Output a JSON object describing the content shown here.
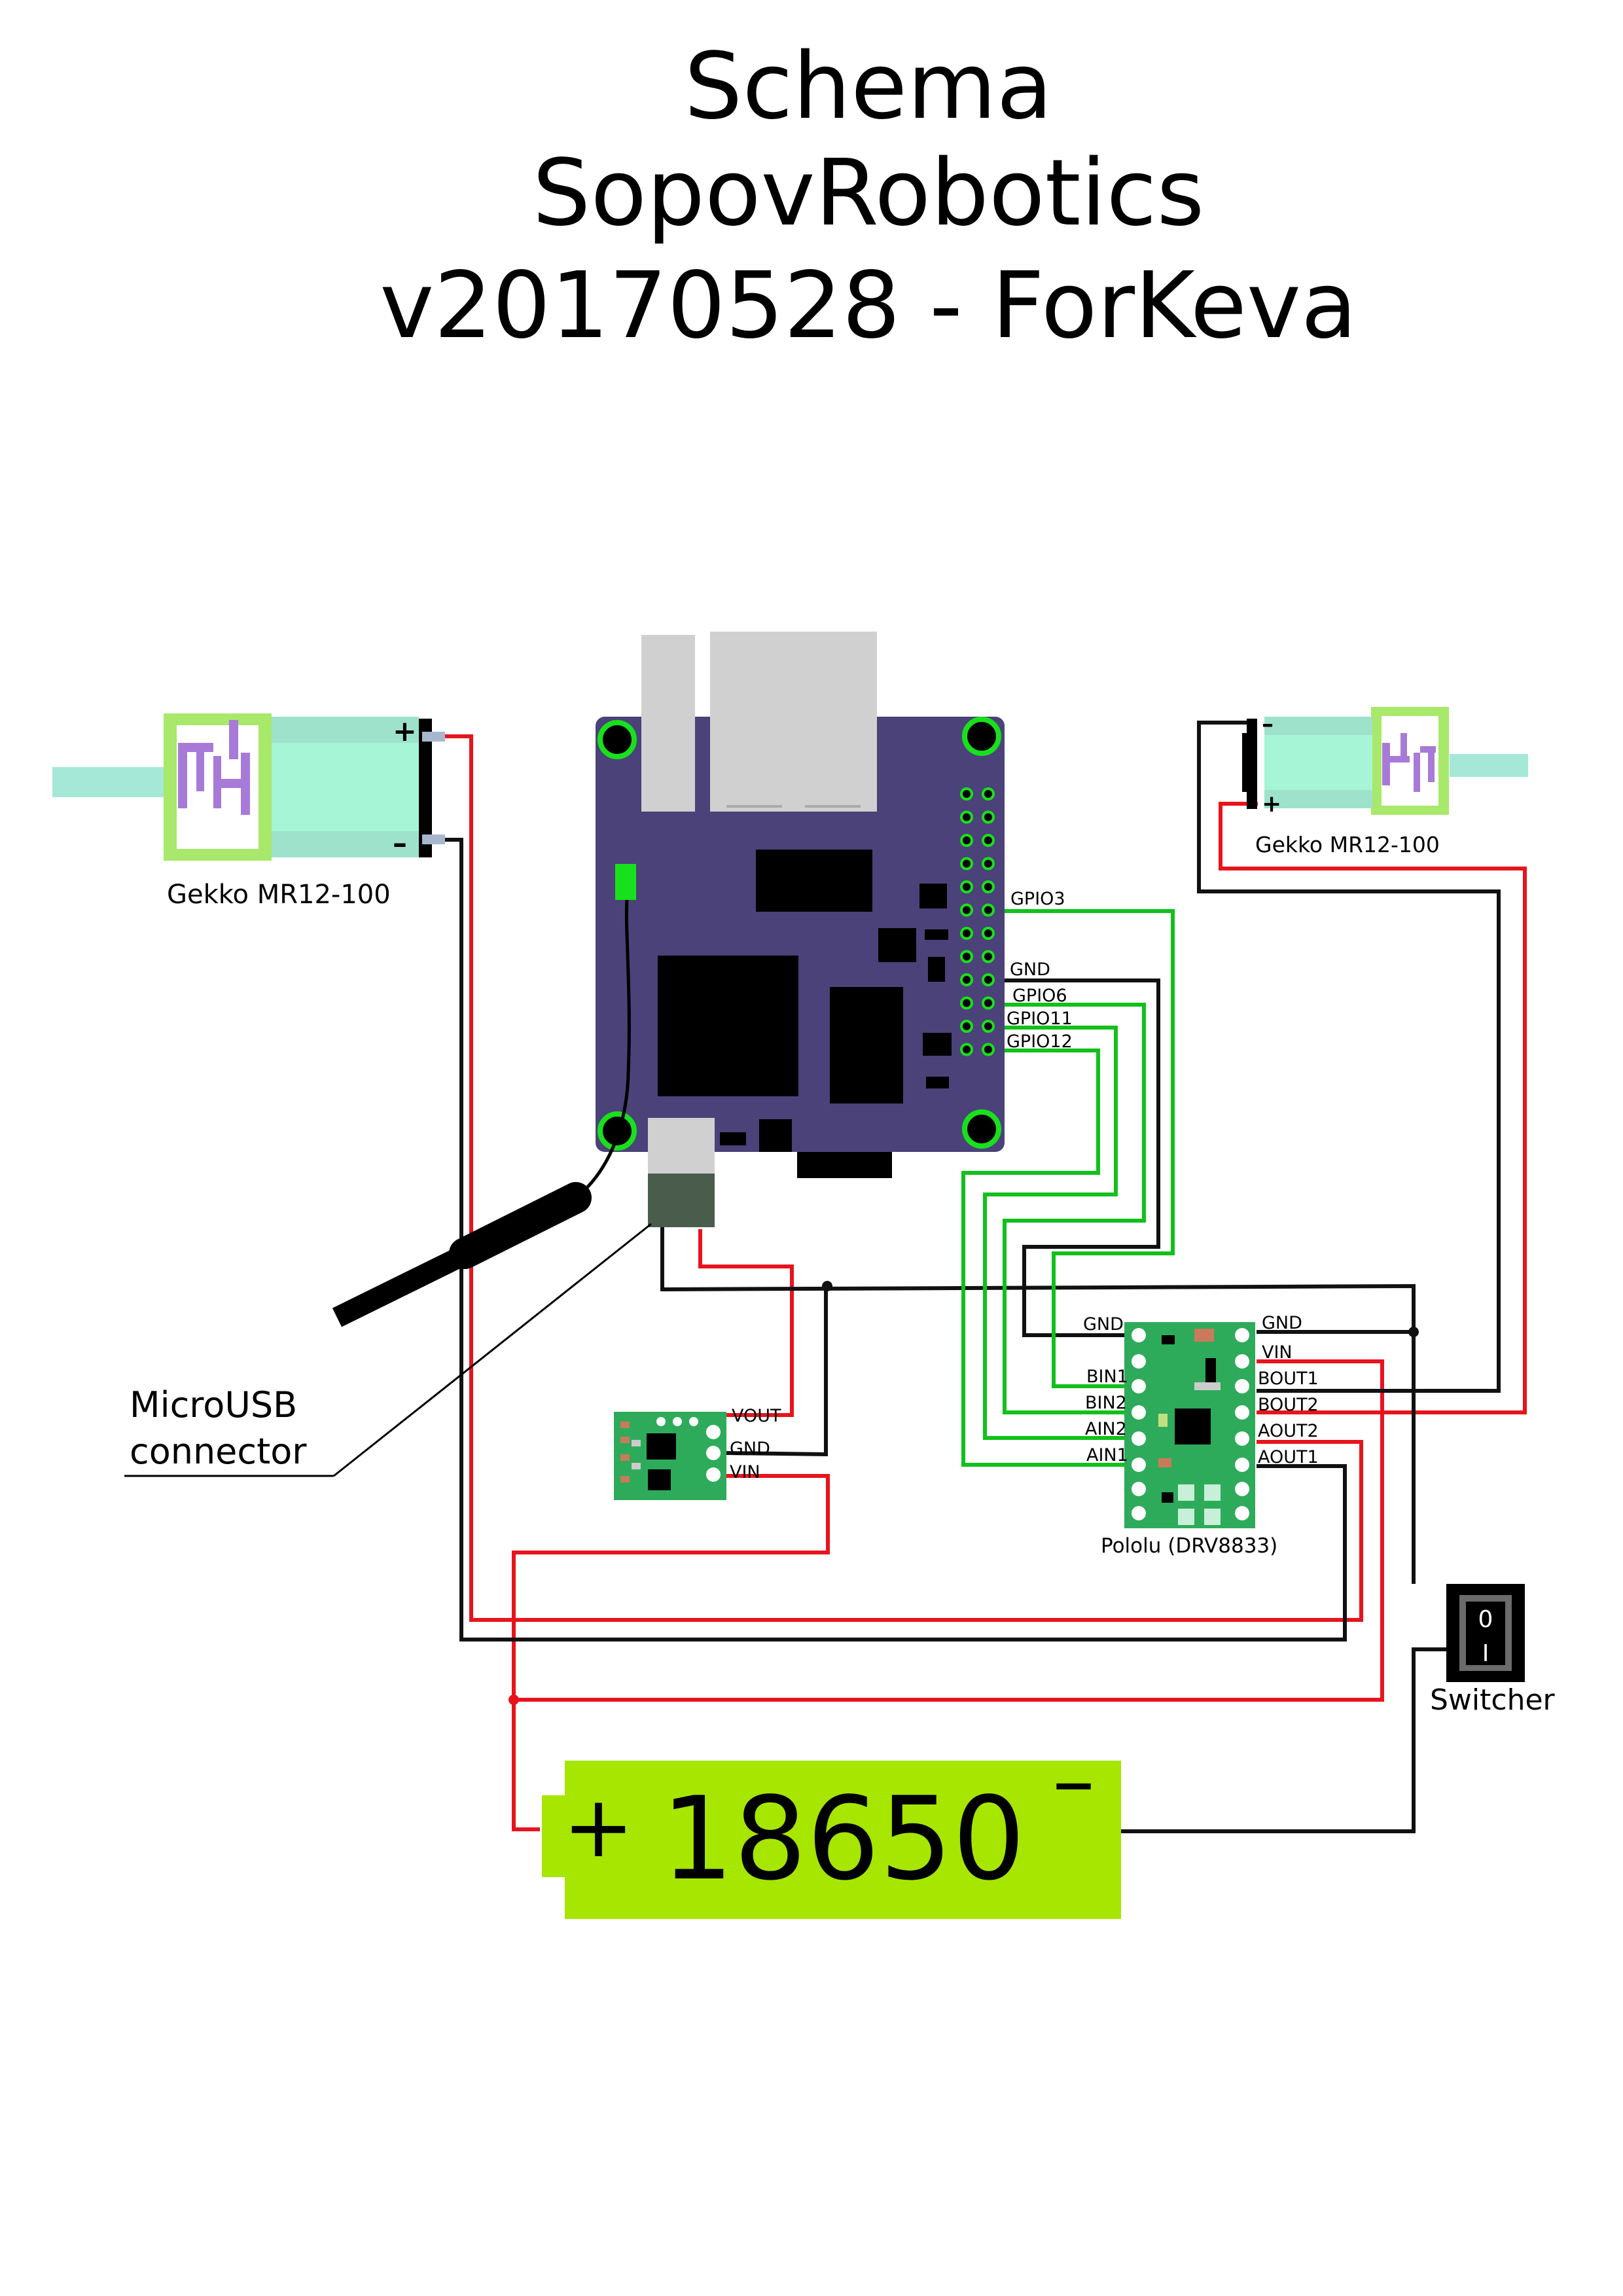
{
  "title": {
    "line1": "Schema",
    "line2": "SopovRobotics",
    "line3": "v20170528 - ForKeva"
  },
  "components": {
    "motor_left": {
      "label": "Gekko MR12-100",
      "plus": "+",
      "minus": "–"
    },
    "motor_right": {
      "label": "Gekko MR12-100",
      "plus": "+",
      "minus": "–"
    },
    "board_pins": {
      "gpio3": "GPIO3",
      "gnd": "GND",
      "gpio6": "GPIO6",
      "gpio11": "GPIO11",
      "gpio12": "GPIO12"
    },
    "microusb": {
      "line1": "MicroUSB",
      "line2": "connector"
    },
    "regulator": {
      "vout": "VOUT",
      "gnd": "GND",
      "vin": "VIN"
    },
    "driver": {
      "label": "Pololu (DRV8833)",
      "left_pins": {
        "gnd": "GND",
        "bin1": "BIN1",
        "bin2": "BIN2",
        "ain2": "AIN2",
        "ain1": "AIN1"
      },
      "right_pins": {
        "gnd": "GND",
        "vin": "VIN",
        "bout1": "BOUT1",
        "bout2": "BOUT2",
        "aout2": "AOUT2",
        "aout1": "AOUT1"
      }
    },
    "switcher": {
      "label": "Switcher",
      "on": "0",
      "off": "I"
    },
    "battery": {
      "label": "18650",
      "plus": "+",
      "minus": "–"
    }
  },
  "colors": {
    "board": "#4a4278",
    "gpio_ring": "#19e01c",
    "wire_power": "#e8141c",
    "wire_ground": "#111111",
    "wire_signal": "#12c01c",
    "pcb_green": "#2eab5a",
    "motor_body": "#a6f5d6",
    "motor_cap": "#a8e86a",
    "motor_gear": "#a87ad8",
    "battery": "#a6e600"
  }
}
